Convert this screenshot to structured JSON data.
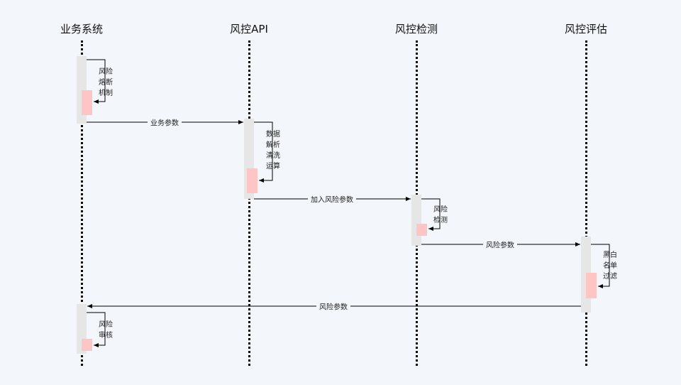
{
  "participants": [
    "业务系统",
    "风控API",
    "风控检测",
    "风控评估"
  ],
  "self_calls": [
    {
      "lines": [
        "风险",
        "熔断",
        "机制"
      ]
    },
    {
      "lines": [
        "数据",
        "解析",
        "清洗",
        "运算"
      ]
    },
    {
      "lines": [
        "风险",
        "检测"
      ]
    },
    {
      "lines": [
        "黑白",
        "名单",
        "过滤"
      ]
    },
    {
      "lines": [
        "风险",
        "审核"
      ]
    }
  ],
  "messages": [
    {
      "label": "业务参数",
      "from": "业务系统",
      "to": "风控API"
    },
    {
      "label": "加入风险参数",
      "from": "风控API",
      "to": "风控检测"
    },
    {
      "label": "风险参数",
      "from": "风控检测",
      "to": "风控评估"
    },
    {
      "label": "风险参数",
      "from": "风控评估",
      "to": "业务系统"
    }
  ],
  "colors": {
    "background": "#f3f6fa",
    "activation": "#e6e6e6",
    "self_box": "#ffc4c4",
    "line": "#000000"
  }
}
